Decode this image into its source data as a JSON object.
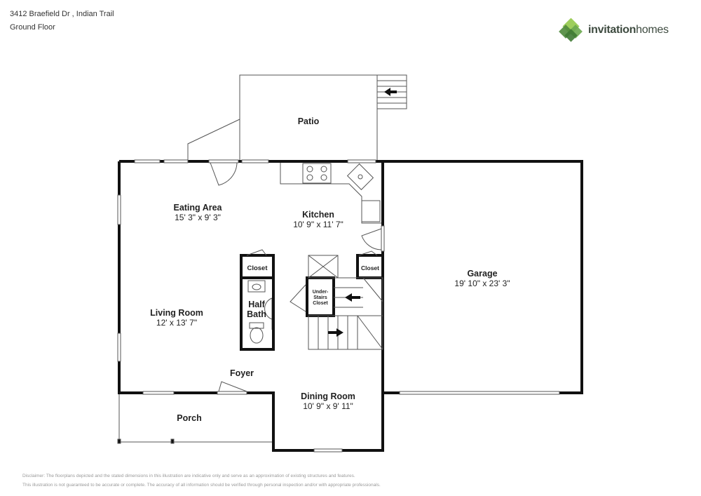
{
  "header": {
    "address": "3412 Braefield Dr , Indian Trail",
    "floor": "Ground Floor"
  },
  "logo": {
    "brand_bold": "invitation",
    "brand_regular": "homes",
    "colors": {
      "green_dark": "#4f8a3c",
      "green_light": "#8dc63f",
      "text": "#3d4a3f"
    }
  },
  "rooms": {
    "patio": {
      "name": "Patio"
    },
    "eating_area": {
      "name": "Eating Area",
      "dims": "15' 3\" x 9' 3\""
    },
    "kitchen": {
      "name": "Kitchen",
      "dims": "10' 9\" x 11' 7\""
    },
    "garage": {
      "name": "Garage",
      "dims": "19' 10\" x 23' 3\""
    },
    "closet_left": {
      "name": "Closet"
    },
    "closet_right": {
      "name": "Closet"
    },
    "half_bath": {
      "line1": "Half",
      "line2": "Bath"
    },
    "under_stairs": {
      "line1": "Under-",
      "line2": "Stairs",
      "line3": "Closet"
    },
    "living_room": {
      "name": "Living Room",
      "dims": "12' x 13' 7\""
    },
    "foyer": {
      "name": "Foyer"
    },
    "dining_room": {
      "name": "Dining Room",
      "dims": "10' 9\" x 9' 11\""
    },
    "porch": {
      "name": "Porch"
    }
  },
  "disclaimer": {
    "line1": "Disclaimer: The floorplans depicted and the stated dimensions in this illustration are indicative only and serve as an approximation of existing structures and features.",
    "line2": "This illustration is not guaranteed to be accurate or complete. The accuracy of all information should be verified through personal inspection and/or with appropriate professionals."
  }
}
